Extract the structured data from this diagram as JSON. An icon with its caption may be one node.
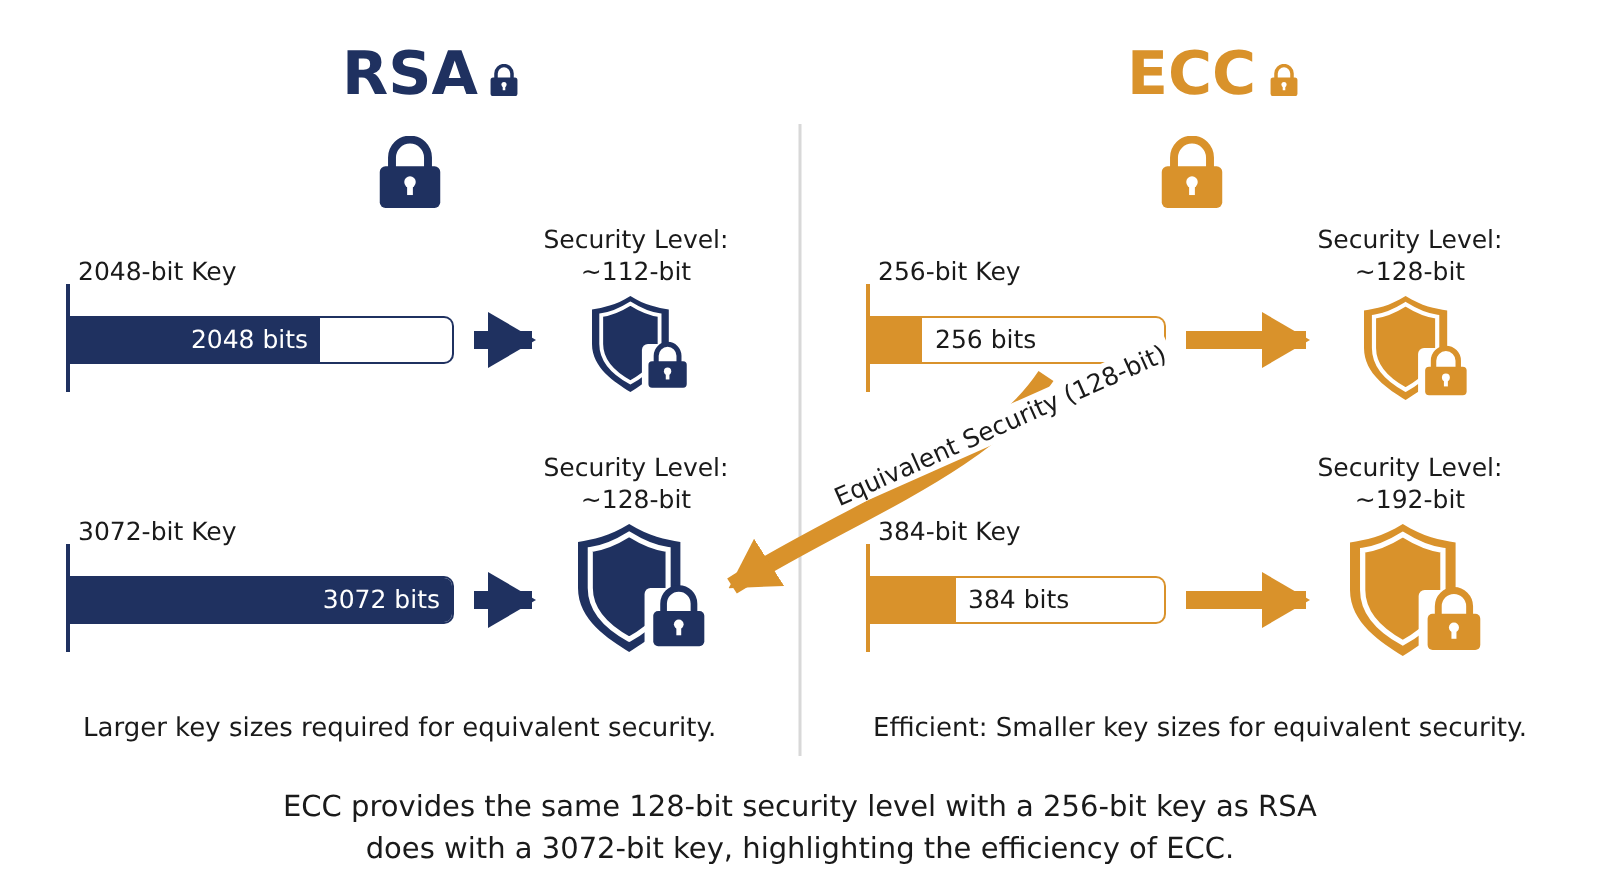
{
  "diagram": {
    "caption": "ECC provides the same 128-bit security level with a 256-bit key as RSA does with a 3072-bit key, highlighting the efficiency of ECC.",
    "nodes": [
      {
        "text": [
          "2048-bit Key",
          "2048 bits"
        ]
      },
      {
        "text": [
          "Security Level: ~112-bit"
        ]
      },
      {
        "text": [
          "3072-bit Key",
          "3072 bits"
        ]
      },
      {
        "text": [
          "Security Level: ~128-bit"
        ]
      },
      {
        "text": [
          "256-bit Key",
          "256 bits"
        ]
      },
      {
        "text": [
          "Security Level: ~128-bit"
        ]
      },
      {
        "text": [
          "384-bit Key",
          "384 bits"
        ]
      },
      {
        "text": [
          "Security Level: ~192-bit"
        ]
      }
    ],
    "edges": [
      {
        "from": 0,
        "to": 1,
        "arrow": "to",
        "color": "#1f3160"
      },
      {
        "from": 2,
        "to": 3,
        "arrow": "to",
        "color": "#1f3160"
      },
      {
        "from": 4,
        "to": 5,
        "arrow": "to"
      },
      {
        "from": 6,
        "to": 7,
        "arrow": "to"
      },
      {
        "from": 4,
        "to": 3,
        "arrow": "to",
        "label": "Equivalent Security (128-bit)"
      }
    ],
    "labels": [
      "RSA",
      "ECC",
      "Larger key sizes required for equivalent security.",
      "Efficient: Smaller key sizes for equivalent security."
    ]
  }
}
